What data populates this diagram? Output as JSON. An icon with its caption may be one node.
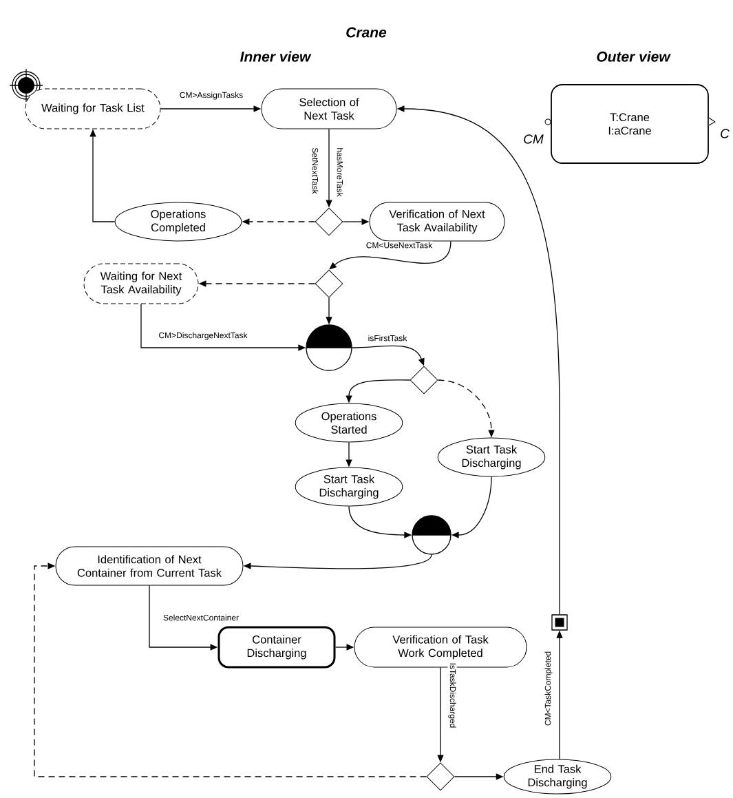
{
  "diagram": {
    "title": "Crane",
    "nodes": [
      {
        "text": [
          "Waiting for Task List"
        ]
      },
      {
        "text": [
          "Selection of Next Task"
        ]
      },
      {
        "text": [],
        "shape": "diamond"
      },
      {
        "text": [
          "Operations Completed"
        ]
      },
      {
        "text": [
          "Verification of Next Task Availability"
        ]
      },
      {
        "text": [],
        "shape": "diamond"
      },
      {
        "text": [
          "Waiting for Next Task Availability"
        ]
      },
      {
        "text": [],
        "shape": "circle"
      },
      {
        "text": [],
        "shape": "diamond"
      },
      {
        "text": [
          "Operations Started"
        ]
      },
      {
        "text": [
          "Start Task Discharging"
        ]
      },
      {
        "text": [
          "Start Task Discharging"
        ]
      },
      {
        "text": [],
        "shape": "circle"
      },
      {
        "text": [
          "Identification of Next Container from Current Task"
        ]
      },
      {
        "text": [
          "Container Discharging"
        ]
      },
      {
        "text": [
          "Verification of Task Work Completed"
        ]
      },
      {
        "text": [],
        "shape": "diamond"
      },
      {
        "text": [
          "End Task Discharging"
        ]
      },
      {
        "text": [],
        "shape": "box"
      },
      {
        "text": [
          "T:Crane I:aCrane"
        ]
      }
    ],
    "edges": [
      {
        "from": 0,
        "to": 1,
        "arrow": "to",
        "label": "CM>AssignTasks"
      },
      {
        "from": 1,
        "to": 2,
        "arrow": "to",
        "label": "hasMoreTask"
      },
      {
        "from": 2,
        "to": 3,
        "arrow": "to",
        "style": "dashed"
      },
      {
        "from": 2,
        "to": 4,
        "arrow": "to"
      },
      {
        "from": 3,
        "to": 0,
        "arrow": "to"
      },
      {
        "from": 4,
        "to": 5,
        "arrow": "to",
        "label": "CM<UseNextTask"
      },
      {
        "from": 5,
        "to": 6,
        "arrow": "to",
        "style": "dashed"
      },
      {
        "from": 5,
        "to": 7,
        "arrow": "to"
      },
      {
        "from": 6,
        "to": 7,
        "arrow": "to",
        "label": "CM>DischargeNextTask"
      },
      {
        "from": 7,
        "to": 8,
        "arrow": "to",
        "label": "isFirstTask"
      },
      {
        "from": 8,
        "to": 9,
        "arrow": "to"
      },
      {
        "from": 8,
        "to": 10,
        "arrow": "to",
        "style": "dashed"
      },
      {
        "from": 9,
        "to": 11,
        "arrow": "to"
      },
      {
        "from": 11,
        "to": 12,
        "arrow": "to"
      },
      {
        "from": 10,
        "to": 12,
        "arrow": "to"
      },
      {
        "from": 12,
        "to": 13,
        "arrow": "to"
      },
      {
        "from": 13,
        "to": 14,
        "arrow": "to",
        "label": "SelectNextContainer"
      },
      {
        "from": 14,
        "to": 15,
        "arrow": "to"
      },
      {
        "from": 15,
        "to": 16,
        "arrow": "to",
        "label": "IsTaskDischarged"
      },
      {
        "from": 16,
        "to": 17,
        "arrow": "to"
      },
      {
        "from": 16,
        "to": 13,
        "arrow": "to",
        "style": "dashed"
      },
      {
        "from": 17,
        "to": 18,
        "arrow": "to",
        "label": "CM<TaskCompleted"
      },
      {
        "from": 18,
        "to": 1,
        "arrow": "to"
      }
    ],
    "labels": [
      "Inner view",
      "Outer view",
      "SetNextTask",
      "CM",
      "C"
    ]
  }
}
